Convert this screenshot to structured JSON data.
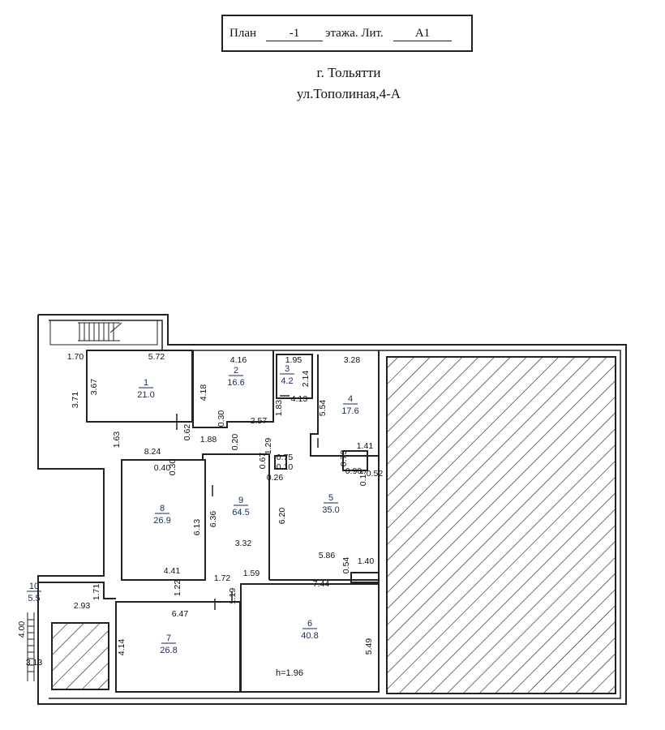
{
  "header": {
    "plan_label": "План",
    "floor": "-1",
    "floor_suffix": "этажа. Лит.",
    "litera": "А1",
    "city": "г. Тольятти",
    "street": "ул.Тополиная,4-А"
  },
  "rooms": [
    {
      "num": "1",
      "area": "21.0"
    },
    {
      "num": "2",
      "area": "16.6"
    },
    {
      "num": "3",
      "area": "4.2"
    },
    {
      "num": "4",
      "area": "17.6"
    },
    {
      "num": "5",
      "area": "35.0"
    },
    {
      "num": "6",
      "area": "40.8"
    },
    {
      "num": "7",
      "area": "26.8"
    },
    {
      "num": "8",
      "area": "26.9"
    },
    {
      "num": "9",
      "area": "64.5"
    },
    {
      "num": "10",
      "area": "5.5"
    }
  ],
  "dimensions": [
    "1.70",
    "5.72",
    "4.16",
    "1.95",
    "3.28",
    "3.71",
    "3.67",
    "4.18",
    "2.14",
    "4.13",
    "1.83",
    "5.54",
    "0.62",
    "0.30",
    "2.57",
    "1.63",
    "1.88",
    "0.20",
    "1.29",
    "8.24",
    "0.67",
    "0.75",
    "0.10",
    "0.26",
    "0.73",
    "1.41",
    "0.40",
    "0.30",
    "0.90",
    "0.15",
    "0.52",
    "6.36",
    "6.13",
    "6.20",
    "3.32",
    "5.86",
    "0.54",
    "1.40",
    "4.41",
    "1.22",
    "1.72",
    "1.59",
    "7.44",
    "1.71",
    "1.19",
    "2.93",
    "6.47",
    "4.14",
    "5.49",
    "4.00",
    "3.13"
  ],
  "height_label": "h=1.96"
}
